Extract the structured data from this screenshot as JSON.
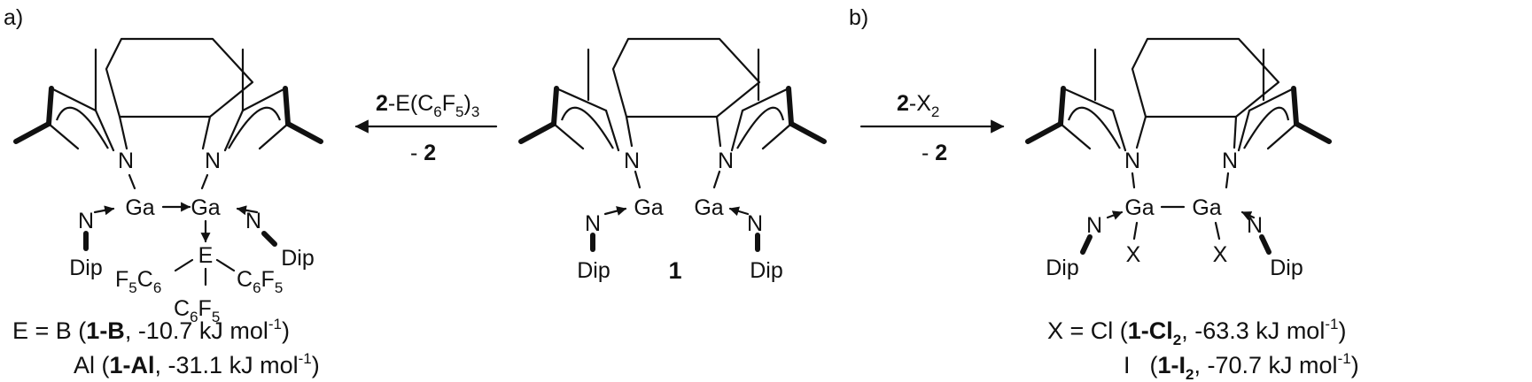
{
  "panels": {
    "a": "a)",
    "b": "b)"
  },
  "atoms": {
    "N": "N",
    "Ga": "Ga",
    "E": "E",
    "X": "X",
    "Dip": "Dip"
  },
  "pfp": {
    "F": "F",
    "five": "5",
    "C": "C",
    "six": "6"
  },
  "compound_1": "1",
  "arrow_left": {
    "reagent_prefix": "2",
    "reagent_rest": "-E(C",
    "reagent_sub6": "6",
    "reagent_F": "F",
    "reagent_sub5": "5",
    "reagent_close": ")",
    "reagent_sub3": "3",
    "byproduct_dash": "- ",
    "byproduct": "2"
  },
  "arrow_right": {
    "reagent_prefix": "2",
    "reagent_rest": "-X",
    "reagent_sub": "2",
    "byproduct_dash": "- ",
    "byproduct": "2"
  },
  "legend_a": {
    "line1_pre": "E = B (",
    "line1_cmpd_a": "1",
    "line1_cmpd_b": "-B",
    "line1_post": ", -10.7 kJ mol",
    "line1_exp": "-1",
    "line1_close": ")",
    "line2_pre": "Al (",
    "line2_cmpd_a": "1",
    "line2_cmpd_b": "-Al",
    "line2_post": ", -31.1 kJ mol",
    "line2_exp": "-1",
    "line2_close": ")"
  },
  "legend_b": {
    "line1_pre": "X = Cl (",
    "line1_cmpd_a": "1-Cl",
    "line1_cmpd_sub": "2",
    "line1_post": ", -63.3 kJ mol",
    "line1_exp": "-1",
    "line1_close": ")",
    "line2_pre": "I",
    "line2_paren": "(",
    "line2_cmpd_a": "1-I",
    "line2_cmpd_sub": "2",
    "line2_post": ", -70.7 kJ mol",
    "line2_exp": "-1",
    "line2_close": ")"
  }
}
